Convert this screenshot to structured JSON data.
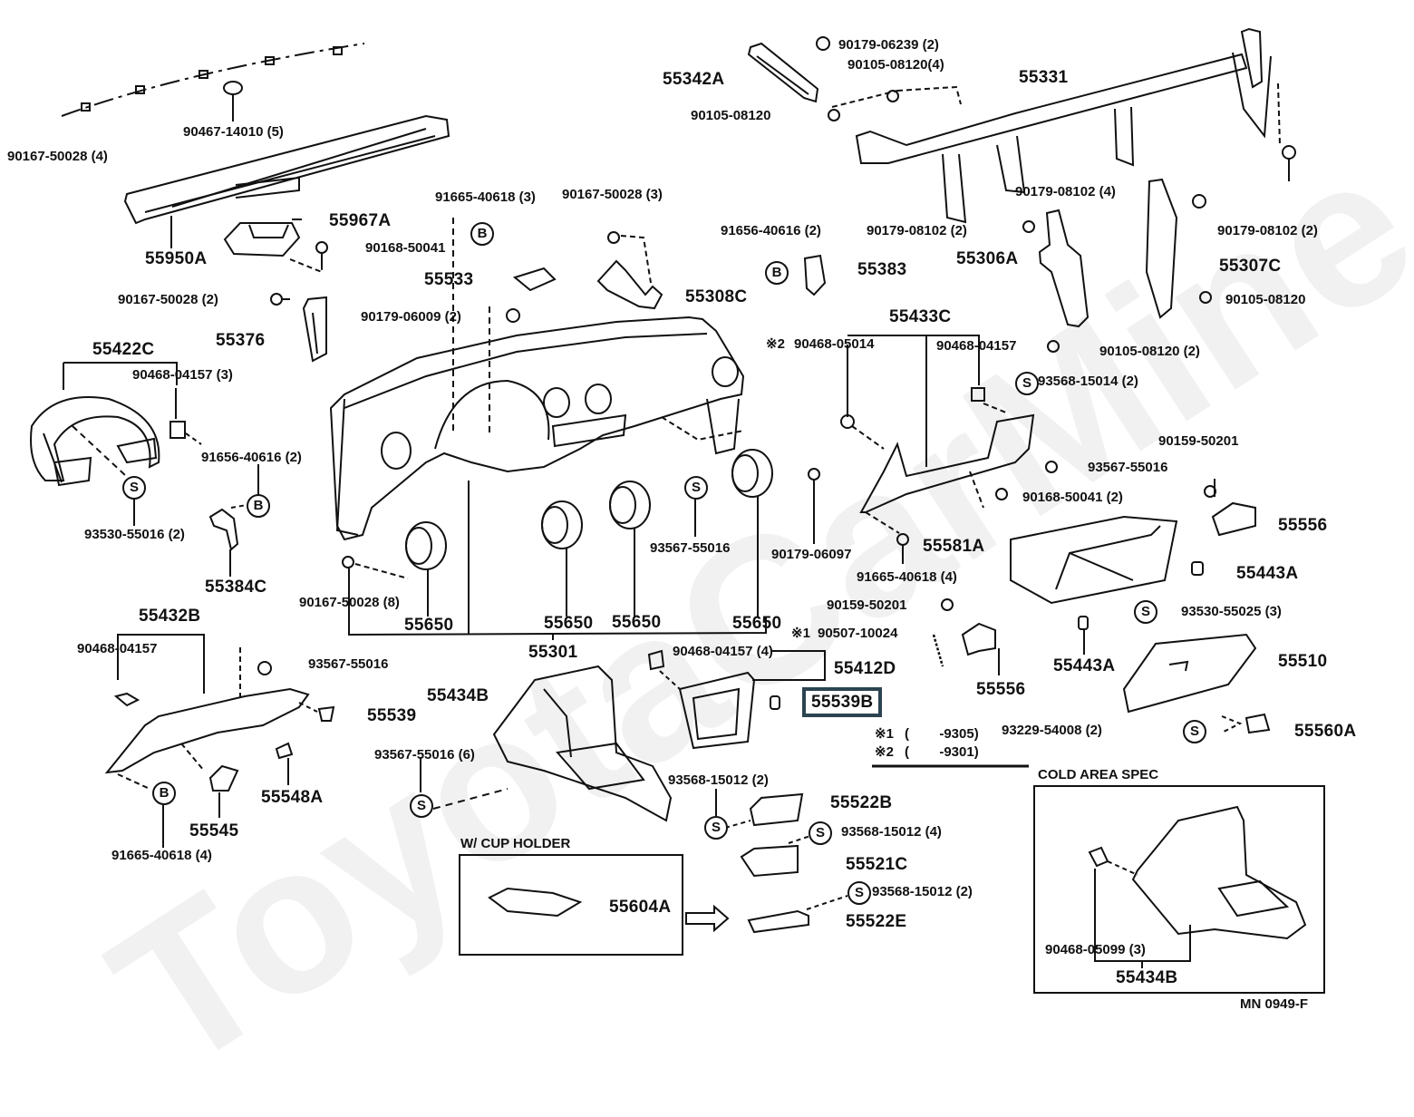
{
  "diagram": {
    "code": "MN 0949-F",
    "watermark": "ToyotaCarMine.ru",
    "highlight_color": "#2c4350",
    "highlighted_part": "55539B"
  },
  "symbols": {
    "S": "S",
    "B": "B"
  },
  "notes": {
    "n1_mark": "※1",
    "n1_range": "(        -9305)",
    "n2_mark": "※2",
    "n2_range": "(        -9301)"
  },
  "sections": {
    "cup_holder_title": "W/ CUP  HOLDER",
    "cold_area_title": "COLD AREA SPEC"
  },
  "labels": {
    "p90467_14010": "90467-14010 (5)",
    "p90167_50028_4": "90167-50028 (4)",
    "p55967A": "55967A",
    "p55950A": "55950A",
    "p90168_50041": "90168-50041",
    "p90167_50028_2": "90167-50028 (2)",
    "p55376": "55376",
    "p91665_40618_3": "91665-40618 (3)",
    "p90167_50028_3": "90167-50028 (3)",
    "p55533": "55533",
    "p55308C": "55308C",
    "p90179_06009": "90179-06009 (2)",
    "p55342A": "55342A",
    "p90179_06239": "90179-06239 (2)",
    "p90105_08120_4": "90105-08120(4)",
    "p90105_08120_a": "90105-08120",
    "p55331": "55331",
    "p90179_08102_4": "90179-08102 (4)",
    "p91656_40616_2a": "91656-40616 (2)",
    "p55383": "55383",
    "p90179_08102_2a": "90179-08102 (2)",
    "p55306A": "55306A",
    "p90179_08102_2b": "90179-08102 (2)",
    "p55307C": "55307C",
    "p90105_08120_b": "90105-08120",
    "p90105_08120_2": "90105-08120 (2)",
    "p55433C": "55433C",
    "p90468_05014": "90468-05014",
    "p90468_04157_a": "90468-04157",
    "p93568_15014": "93568-15014 (2)",
    "p55422C": "55422C",
    "p90468_04157_3": "90468-04157 (3)",
    "p91656_40616_2b": "91656-40616 (2)",
    "p93530_55016": "93530-55016 (2)",
    "p55384C": "55384C",
    "p93567_55016_a": "93567-55016",
    "p90179_06097": "90179-06097",
    "p90167_50028_8": "90167-50028 (8)",
    "p55650_a": "55650",
    "p55650_b": "55650",
    "p55650_c": "55650",
    "p55650_d": "55650",
    "p55301": "55301",
    "p93567_55016_b": "93567-55016",
    "p90168_50041_2": "90168-50041 (2)",
    "p90159_50201_a": "90159-50201",
    "p55556_a": "55556",
    "p55581A": "55581A",
    "p91665_40618_4a": "91665-40618 (4)",
    "p55443A_a": "55443A",
    "p90159_50201_b": "90159-50201",
    "p93530_55025": "93530-55025 (3)",
    "p90507_10024": "90507-10024",
    "p55443A_b": "55443A",
    "p55510": "55510",
    "p55556_b": "55556",
    "p90468_04157_4": "90468-04157 (4)",
    "p55412D": "55412D",
    "p55539B": "55539B",
    "p93229_54008": "93229-54008 (2)",
    "p55560A": "55560A",
    "p55432B": "55432B",
    "p90468_04157_b": "90468-04157",
    "p93567_55016_c": "93567-55016",
    "p55539": "55539",
    "p55434B_a": "55434B",
    "p55548A": "55548A",
    "p55545": "55545",
    "p91665_40618_4b": "91665-40618 (4)",
    "p93567_55016_6": "93567-55016 (6)",
    "p93568_15012_2a": "93568-15012 (2)",
    "p55522B": "55522B",
    "p93568_15012_4": "93568-15012 (4)",
    "p55521C": "55521C",
    "p93568_15012_2b": "93568-15012 (2)",
    "p55522E": "55522E",
    "p55604A": "55604A",
    "p90468_05099": "90468-05099 (3)",
    "p55434B_b": "55434B"
  }
}
